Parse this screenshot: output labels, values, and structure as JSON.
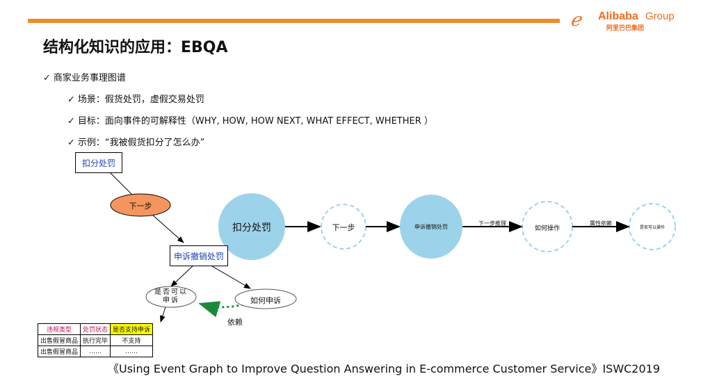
{
  "logo": {
    "name": "Alibaba",
    "group": "Group",
    "chinese": "阿里巴巴集团"
  },
  "title": "结构化知识的应用：EBQA",
  "bullets": {
    "main": "商家业务事理图谱",
    "scene": "场景：假货处罚，虚假交易处罚",
    "goal": "目标：面向事件的可解释性（WHY, HOW, HOW NEXT, WHAT EFFECT, WHETHER ）",
    "example": "示例：“我被假货扣分了怎么办”"
  },
  "left_graph": {
    "box_penalty": "扣分处罚",
    "ellipse_next": "下一步",
    "box_appeal": "申诉撤销处罚",
    "ellipse_whether": "是否可以申诉",
    "ellipse_how": "如何申诉",
    "edge_depend": "依赖"
  },
  "table": {
    "headers": [
      "违规类型",
      "处罚状态",
      "是否支持申诉"
    ],
    "rows": [
      [
        "出售假冒商品",
        "执行完毕",
        "不支持"
      ],
      [
        "出售假冒商品",
        "……",
        "……"
      ]
    ]
  },
  "right_graph": {
    "node1": "扣分处罚",
    "node2": "下一步",
    "node3": "申诉撤销处罚",
    "edge3": "下一步推理",
    "node4": "如何操作",
    "edge4": "属性依赖",
    "node5": "是否可以操作"
  },
  "citation": "《Using Event Graph to Improve Question Answering in E-commerce Customer Service》ISWC2019",
  "colors": {
    "accent_bar": "#f08a28",
    "node_fill": "#9dd3ea",
    "ellipse_orange": "#f4955e",
    "dep_arrow": "#1a8a3a",
    "highlight": "#ffff00"
  }
}
